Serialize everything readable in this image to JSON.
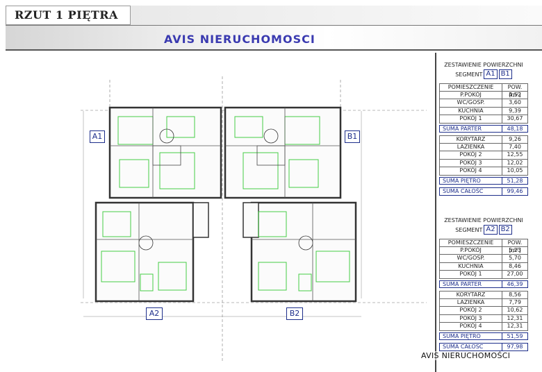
{
  "header": {
    "title": "RZUT 1 PIĘTRA",
    "banner_text": "AVIS NIERUCHOMOSCI"
  },
  "plan": {
    "segments": [
      "A1",
      "B1",
      "A2",
      "B2"
    ]
  },
  "tables": [
    {
      "title": "ZESTAWIENIE POWIERZCHNI",
      "segment_label": "SEGMENT",
      "segments": [
        "A1",
        "B1"
      ],
      "col_room": "POMIESZCZENIE",
      "col_area": "POW. [m²]",
      "parter": [
        {
          "name": "P.POKÓJ",
          "area": "4,52"
        },
        {
          "name": "WC/GOSP.",
          "area": "3,60"
        },
        {
          "name": "KUCHNIA",
          "area": "9,39"
        },
        {
          "name": "POKÓJ 1",
          "area": "30,67"
        }
      ],
      "suma_parter": {
        "label": "SUMA PARTER",
        "value": "48,18"
      },
      "pietro": [
        {
          "name": "KORYTARZ",
          "area": "9,26"
        },
        {
          "name": "LAZIENKA",
          "area": "7,40"
        },
        {
          "name": "POKÓJ 2",
          "area": "12,55"
        },
        {
          "name": "POKÓJ 3",
          "area": "12,02"
        },
        {
          "name": "POKÓJ 4",
          "area": "10,05"
        }
      ],
      "suma_pietro": {
        "label": "SUMA PIĘTRO",
        "value": "51,28"
      },
      "suma_calosc": {
        "label": "SUMA CAŁOŚC",
        "value": "99,46"
      }
    },
    {
      "title": "ZESTAWIENIE POWIERZCHNI",
      "segment_label": "SEGMENT",
      "segments": [
        "A2",
        "B2"
      ],
      "col_room": "POMIESZCZENIE",
      "col_area": "POW. [m²]",
      "parter": [
        {
          "name": "P.POKÓJ",
          "area": "5,23"
        },
        {
          "name": "WC/GOSP.",
          "area": "5,70"
        },
        {
          "name": "KUCHNIA",
          "area": "8,46"
        },
        {
          "name": "POKÓJ 1",
          "area": "27,00"
        }
      ],
      "suma_parter": {
        "label": "SUMA PARTER",
        "value": "46,39"
      },
      "pietro": [
        {
          "name": "KORYTARZ",
          "area": "8,56"
        },
        {
          "name": "LAZIENKA",
          "area": "7,79"
        },
        {
          "name": "POKÓJ 2",
          "area": "10,62"
        },
        {
          "name": "POKÓJ 3",
          "area": "12,31"
        },
        {
          "name": "POKÓJ 4",
          "area": "12,31"
        }
      ],
      "suma_pietro": {
        "label": "SUMA PIĘTRO",
        "value": "51,59"
      },
      "suma_calosc": {
        "label": "SUMA CAŁOSC",
        "value": "97,98"
      }
    }
  ],
  "watermark": "AVIS NIERUCHOMOŚCI"
}
